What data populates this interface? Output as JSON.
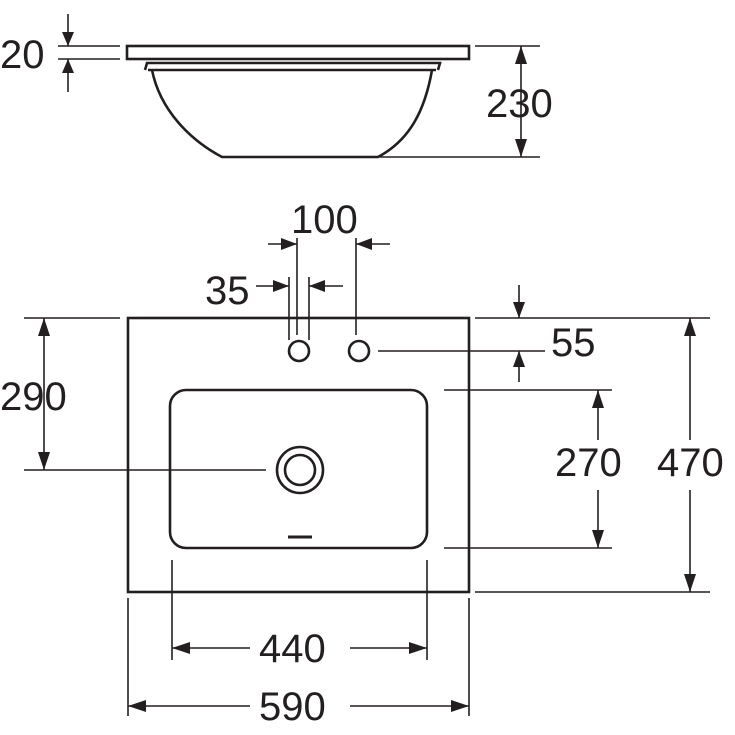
{
  "dimensions": {
    "rim_thickness": "20",
    "total_height": "230",
    "tap_hole_spacing": "100",
    "tap_hole_diameter": "35",
    "tap_hole_offset": "55",
    "drain_offset": "290",
    "bowl_depth": "270",
    "overall_depth": "470",
    "bowl_width": "440",
    "overall_width": "590"
  }
}
